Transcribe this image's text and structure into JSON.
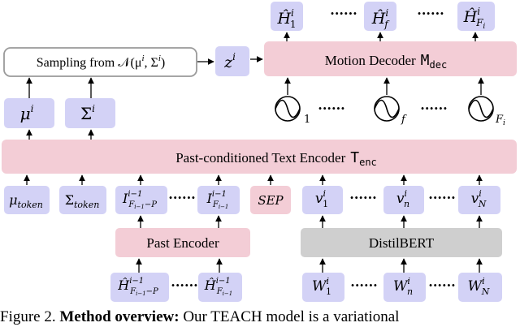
{
  "colors": {
    "pink": "#f3cdd6",
    "lavender": "#d3d2f6",
    "gray": "#cfcfcf",
    "stroke": "#000000",
    "sampling_border": "#9a9a9a"
  },
  "blocks": {
    "sampling": "Sampling from 𝒩(μ",
    "motion_decoder": "Motion Decoder",
    "motion_decoder_symbol": "M",
    "motion_decoder_sub": "dec",
    "text_encoder": "Past-conditioned Text Encoder",
    "text_encoder_symbol": "T",
    "text_encoder_sub": "enc",
    "past_encoder": "Past Encoder",
    "distilbert": "DistilBERT"
  },
  "tokens": {
    "mu_token": {
      "base": "μ",
      "sub": "token"
    },
    "sigma_token": {
      "base": "Σ",
      "sub": "token"
    },
    "sep": "SEP",
    "mu": {
      "base": "μ",
      "sup": "i"
    },
    "sigma": {
      "base": "Σ",
      "sup": "i"
    },
    "z": {
      "base": "z",
      "sup": "i"
    },
    "sampling_sup": "i",
    "sampling_sigma": "Σ",
    "sampling_close": ")"
  },
  "outputs": [
    {
      "base": "Ĥ",
      "sup": "i",
      "sub": "1"
    },
    {
      "base": "Ĥ",
      "sup": "i",
      "sub": "f"
    },
    {
      "base": "Ĥ",
      "sup": "i",
      "sub": "F",
      "subsub": "i"
    }
  ],
  "time_encodings": [
    {
      "sub": "1"
    },
    {
      "sub": "f"
    },
    {
      "sub": "F",
      "subsub": "i"
    }
  ],
  "past_tokens": [
    {
      "base": "I",
      "sup": "i−1",
      "sub": "F",
      "subsub": "i−1",
      "tail": "−P"
    },
    {
      "base": "I",
      "sup": "i−1",
      "sub": "F",
      "subsub": "i−1",
      "tail": ""
    }
  ],
  "past_inputs": [
    {
      "base": "Ĥ",
      "sup": "i−1",
      "sub": "F",
      "subsub": "i−1",
      "tail": "−P"
    },
    {
      "base": "Ĥ",
      "sup": "i−1",
      "sub": "F",
      "subsub": "i−1",
      "tail": ""
    }
  ],
  "text_tokens": [
    {
      "base": "v",
      "sup": "i",
      "sub": "1"
    },
    {
      "base": "v",
      "sup": "i",
      "sub": "n"
    },
    {
      "base": "v",
      "sup": "i",
      "sub": "N"
    }
  ],
  "word_inputs": [
    {
      "base": "W",
      "sup": "i",
      "sub": "1"
    },
    {
      "base": "W",
      "sup": "i",
      "sub": "n"
    },
    {
      "base": "W",
      "sup": "i",
      "sub": "N"
    }
  ],
  "ellipsis": "······",
  "caption": {
    "prefix": "Figure 2. ",
    "bold": "Method overview:",
    "rest": " Our TEACH model is a variational"
  }
}
